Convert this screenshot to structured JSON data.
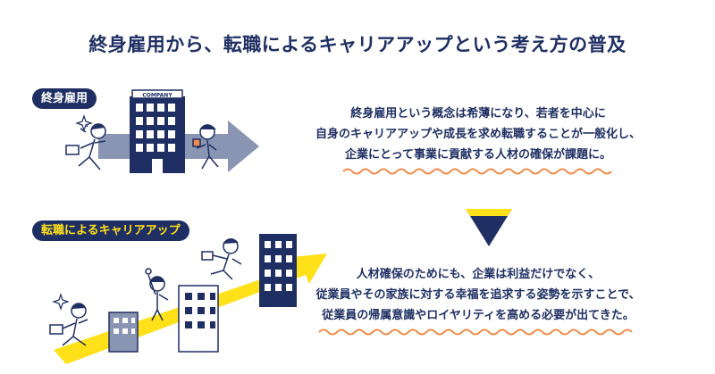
{
  "title": "終身雇用から、転職によるキャリアアップという考え方の普及",
  "section1": {
    "badge": "終身雇用",
    "building_sign": "COMPANY",
    "lines": [
      "終身雇用という概念は希薄になり、若者を中心に",
      "自身のキャリアアップや成長を求め転職することが一般化し、",
      "企業にとって事業に貢献する人材の確保が課題に。"
    ]
  },
  "section2": {
    "badge": "転職によるキャリアアップ",
    "lines": [
      "人材確保のためにも、企業は利益だけでなく、",
      "従業員やその家族に対する幸福を追求する姿勢を示すことで、",
      "従業員の帰属意識やロイヤリティを高める必要が出てきた。"
    ]
  },
  "colors": {
    "navy": "#1f2f63",
    "yellow": "#ffe11a",
    "gray_arrow": "#8a95b3",
    "orange_wave": "#f08c4b"
  }
}
